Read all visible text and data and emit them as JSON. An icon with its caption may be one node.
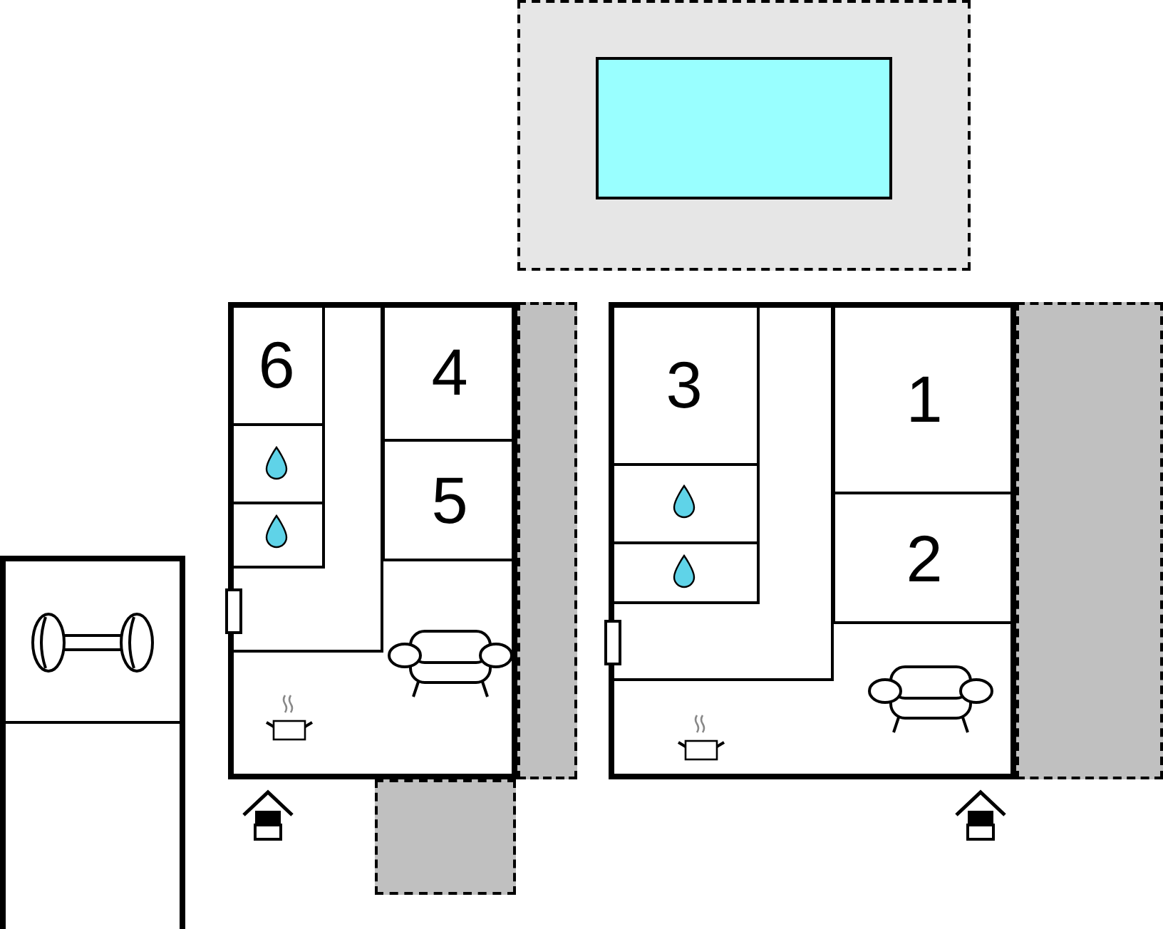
{
  "diagram": {
    "nodes": [
      {
        "text": [],
        "shape": "box"
      },
      {
        "text": [],
        "shape": "box",
        "in": 0
      },
      {
        "text": [],
        "shape": "box"
      },
      {
        "text": [
          "6"
        ],
        "in": 2
      },
      {
        "text": [
          "4"
        ],
        "in": 2
      },
      {
        "text": [
          "5"
        ],
        "in": 2
      },
      {
        "text": [],
        "shape": "box"
      },
      {
        "text": [
          "3"
        ],
        "in": 6
      },
      {
        "text": [
          "1"
        ],
        "in": 6
      },
      {
        "text": [
          "2"
        ],
        "in": 6
      },
      {
        "text": [],
        "shape": "box"
      },
      {
        "text": [],
        "shape": "box"
      },
      {
        "text": [],
        "shape": "box"
      },
      {
        "text": [],
        "shape": "box"
      }
    ]
  }
}
